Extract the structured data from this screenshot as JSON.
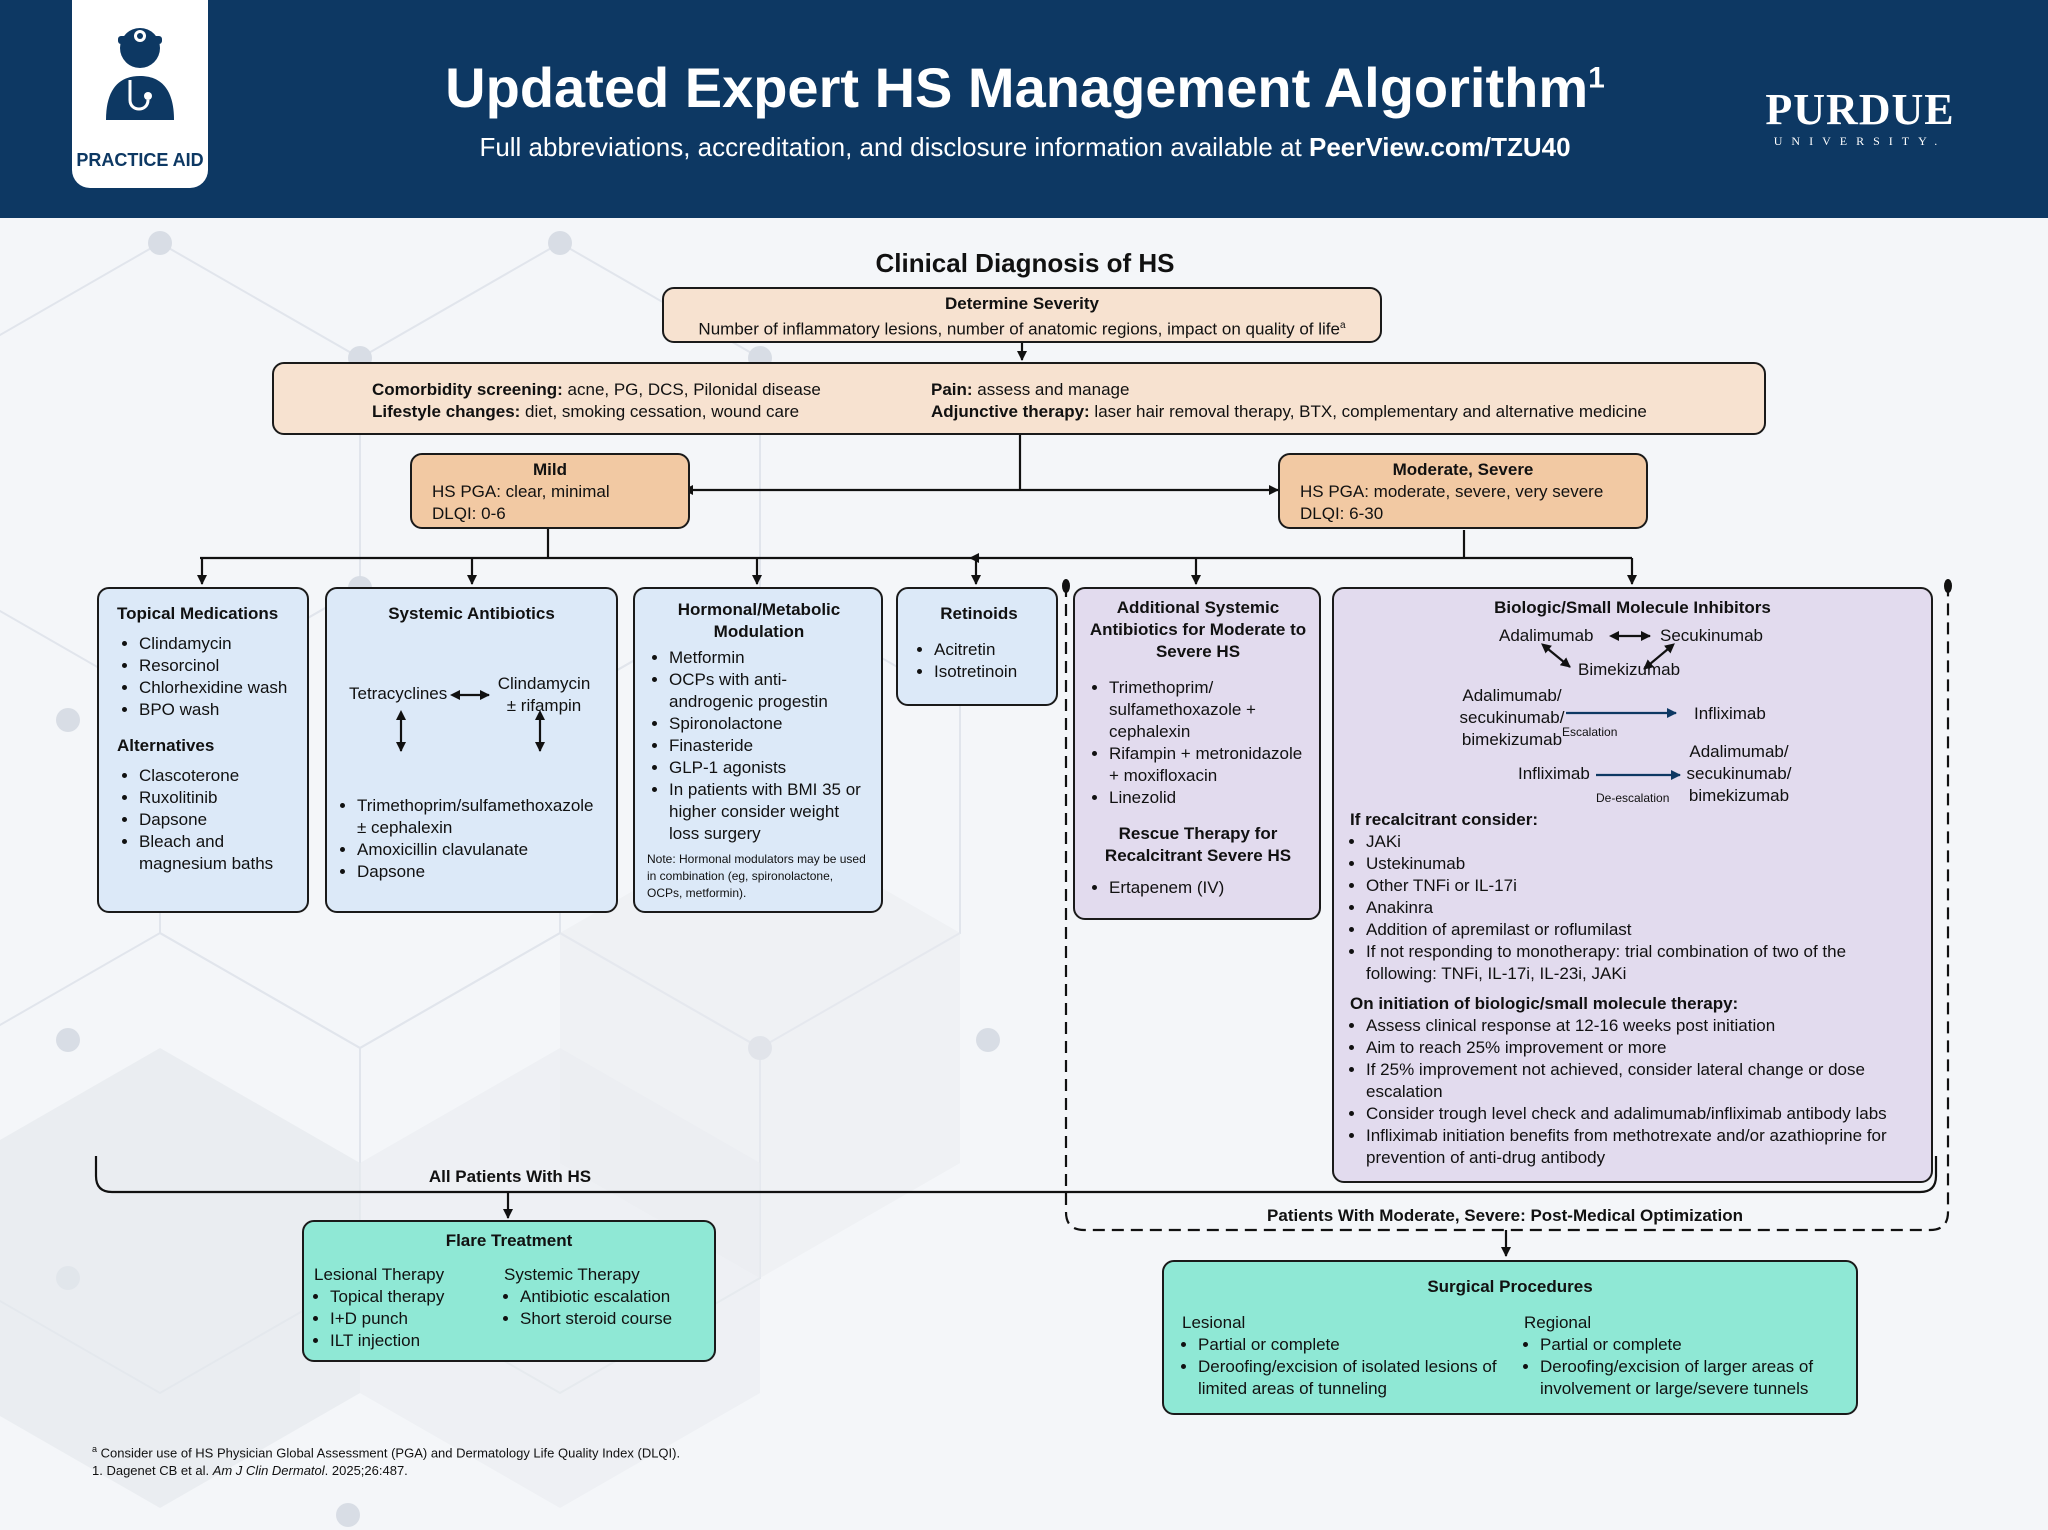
{
  "header": {
    "badge_label": "PRACTICE AID",
    "title": "Updated Expert HS Management Algorithm",
    "title_ref": "1",
    "subtitle_prefix": "Full abbreviations, accreditation, and disclosure information available at ",
    "subtitle_link": "PeerView.com/TZU40",
    "logo_name": "PURDUE",
    "logo_sub": "UNIVERSITY."
  },
  "diagnosis": {
    "title": "Clinical Diagnosis of HS",
    "severity_title": "Determine Severity",
    "severity_text": "Number of inflammatory lesions, number of anatomic regions, impact on quality of life",
    "severity_note_mark": "a"
  },
  "screening": {
    "comorbidity_label": "Comorbidity screening:",
    "comorbidity_text": " acne, PG, DCS, Pilonidal disease",
    "lifestyle_label": "Lifestyle changes:",
    "lifestyle_text": " diet, smoking cessation, wound care",
    "pain_label": "Pain:",
    "pain_text": " assess and manage",
    "adjunctive_label": "Adjunctive therapy:",
    "adjunctive_text": " laser hair removal therapy, BTX, complementary and alternative medicine"
  },
  "mild": {
    "title": "Mild",
    "line1": "HS PGA: clear, minimal",
    "line2": "DLQI: 0-6"
  },
  "modsev": {
    "title": "Moderate, Severe",
    "line1": "HS PGA: moderate, severe, very severe",
    "line2": "DLQI: 6-30"
  },
  "topical": {
    "title": "Topical Medications",
    "items": [
      "Clindamycin",
      "Resorcinol",
      "Chlorhexidine wash",
      "BPO wash"
    ],
    "alt_title": "Alternatives",
    "alt_items": [
      "Clascoterone",
      "Ruxolitinib",
      "Dapsone",
      "Bleach and magnesium baths"
    ]
  },
  "systemic": {
    "title": "Systemic Antibiotics",
    "left_drug": "Tetracyclines",
    "right_drug1": "Clindamycin",
    "right_drug2": "± rifampin",
    "items": [
      "Trimethoprim/sulfamethoxazole ± cephalexin",
      "Amoxicillin clavulanate",
      "Dapsone"
    ]
  },
  "hormonal": {
    "title": "Hormonal/Metabolic Modulation",
    "items": [
      "Metformin",
      "OCPs with anti-androgenic progestin",
      "Spironolactone",
      "Finasteride",
      "GLP-1 agonists",
      "In patients with BMI 35 or higher consider weight loss surgery"
    ],
    "note": "Note: Hormonal modulators may be used in combination (eg, spironolactone, OCPs, metformin)."
  },
  "retinoids": {
    "title": "Retinoids",
    "items": [
      "Acitretin",
      "Isotretinoin"
    ]
  },
  "additional": {
    "title": "Additional Systemic Antibiotics for Moderate to Severe HS",
    "items": [
      "Trimethoprim/ sulfamethoxazole + cephalexin",
      "Rifampin + metronidazole + moxifloxacin",
      "Linezolid"
    ],
    "rescue_title": "Rescue Therapy for Recalcitrant Severe HS",
    "rescue_items": [
      "Ertapenem (IV)"
    ]
  },
  "biologic": {
    "title": "Biologic/Small Molecule Inhibitors",
    "adalimumab": "Adalimumab",
    "secukinumab": "Secukinumab",
    "bimekizumab": "Bimekizumab",
    "group_l1": "Adalimumab/",
    "group_l2": "secukinumab/",
    "group_l3": "bimekizumab",
    "escalation": "Escalation",
    "infliximab": "Infliximab",
    "infliximab2": "Infliximab",
    "deescalation": "De-escalation",
    "recalcitrant_title": "If recalcitrant consider:",
    "recalcitrant_items": [
      "JAKi",
      "Ustekinumab",
      "Other TNFi or IL-17i",
      "Anakinra",
      "Addition of apremilast or roflumilast",
      "If not responding to monotherapy: trial combination of two of the following: TNFi, IL-17i, IL-23i, JAKi"
    ],
    "initiation_title": "On initiation of biologic/small molecule therapy:",
    "initiation_items": [
      "Assess clinical response at 12-16 weeks post initiation",
      "Aim to reach 25% improvement or more",
      "If 25% improvement not achieved, consider lateral change or dose escalation",
      "Consider trough level check and adalimumab/infliximab antibody labs",
      "Infliximab initiation benefits from methotrexate and/or azathioprine for prevention of anti-drug antibody"
    ]
  },
  "all_patients_label": "All Patients With HS",
  "postmed_label": "Patients With Moderate, Severe: Post-Medical Optimization",
  "flare": {
    "title": "Flare Treatment",
    "lesional_title": "Lesional Therapy",
    "lesional_items": [
      "Topical therapy",
      "I+D punch",
      "ILT injection"
    ],
    "systemic_title": "Systemic Therapy",
    "systemic_items": [
      "Antibiotic escalation",
      "Short steroid course"
    ]
  },
  "surgical": {
    "title": "Surgical Procedures",
    "lesional_title": "Lesional",
    "lesional_items": [
      "Partial or complete",
      "Deroofing/excision of isolated lesions of limited areas of tunneling"
    ],
    "regional_title": "Regional",
    "regional_items": [
      "Partial or complete",
      "Deroofing/excision of larger areas of involvement or large/severe tunnels"
    ]
  },
  "footnotes": {
    "note_a_mark": "a",
    "note_a": " Consider use of HS Physician Global Assessment (PGA) and Dermatology Life Quality Index (DLQI).",
    "ref1_prefix": "1. Dagenet CB et al. ",
    "ref1_journal": "Am J Clin Dermatol",
    "ref1_suffix": ". 2025;26:487."
  },
  "colors": {
    "header_bg": "#0d3863",
    "peach": "#f7e2d0",
    "orange": "#f2c9a3",
    "blue": "#dce9f8",
    "purple": "#e2dbee",
    "green": "#8fe8d5"
  },
  "icons": [
    "doctor-stethoscope-icon"
  ]
}
